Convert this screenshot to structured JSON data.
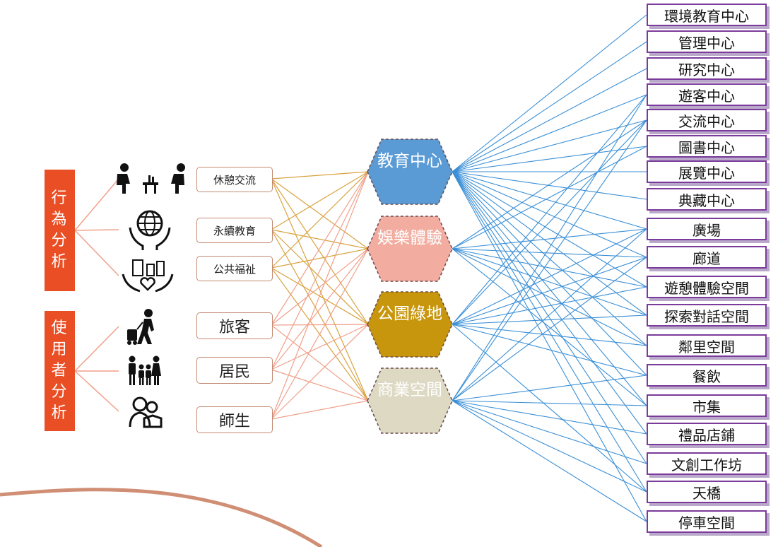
{
  "categories": {
    "behavior": "行為分析",
    "users": "使用者分析"
  },
  "behaviors": [
    "休憩交流",
    "永續教育",
    "公共福祉"
  ],
  "user_types": [
    "旅客",
    "居民",
    "師生"
  ],
  "icons": {
    "behaviors": [
      "people-chatting-icon",
      "globe-in-hands-icon",
      "community-heart-icon"
    ],
    "users": [
      "traveler-icon",
      "family-icon",
      "teacher-student-icon"
    ]
  },
  "zones": [
    {
      "label": "教育中心",
      "color": "#5a9bd5"
    },
    {
      "label": "娛樂體驗",
      "color": "#f2ada0"
    },
    {
      "label": "公園綠地",
      "color": "#c8960c"
    },
    {
      "label": "商業空間",
      "color": "#ddd9c3"
    }
  ],
  "facilities": [
    "環境教育中心",
    "管理中心",
    "研究中心",
    "遊客中心",
    "交流中心",
    "圖書中心",
    "展覽中心",
    "典藏中心",
    "廣場",
    "廊道",
    "遊憩體驗空間",
    "探索對話空間",
    "鄰里空間",
    "餐飲",
    "市集",
    "禮品店鋪",
    "文創工作坊",
    "天橋",
    "停車空間"
  ],
  "colors": {
    "category": "#e94e24",
    "behavior_links": "#d8a23f",
    "user_links": "#f0a08a",
    "zone_links": "#3a8fd6",
    "facility_border": "#7a3b9a"
  }
}
